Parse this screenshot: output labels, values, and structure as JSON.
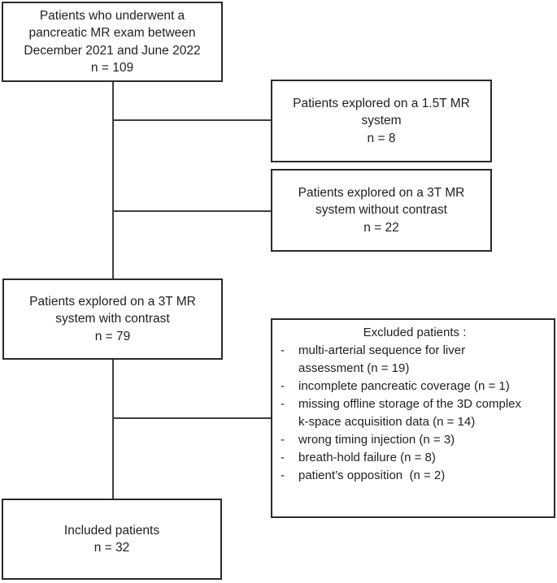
{
  "figure": {
    "background": "#ffffff",
    "box_border_color": "#2a2a2a",
    "connector_color": "#3d3d3d",
    "text_color": "#1f1f1f"
  },
  "boxes": {
    "initial": {
      "lines": [
        "Patients who underwent a",
        "pancreatic MR exam between",
        "December 2021 and June 2022",
        "n = 109"
      ]
    },
    "mr15t": {
      "lines": [
        "Patients explored on a 1.5T MR",
        "system",
        "n = 8"
      ]
    },
    "mr3t_no_contrast": {
      "lines": [
        "Patients explored on a 3T MR",
        "system without contrast",
        "n = 22"
      ]
    },
    "mr3t_contrast": {
      "lines": [
        "Patients explored on a 3T MR",
        "system with contrast",
        "n = 79"
      ]
    },
    "excluded": {
      "title": "Excluded patients :",
      "bullet": "-",
      "items": [
        {
          "lines": [
            "multi-arterial sequence for liver",
            "assessment (n = 19)"
          ]
        },
        {
          "lines": [
            "incomplete pancreatic coverage (n = 1)"
          ]
        },
        {
          "lines": [
            "missing offline storage of the 3D complex",
            "k-space acquisition data (n = 14)"
          ]
        },
        {
          "lines": [
            "wrong timing injection (n = 3)"
          ]
        },
        {
          "lines": [
            "breath-hold failure (n = 8)"
          ]
        },
        {
          "lines": [
            "patient’s opposition  (n = 2)"
          ]
        }
      ]
    },
    "included": {
      "lines": [
        "Included patients",
        "n = 32"
      ]
    }
  }
}
